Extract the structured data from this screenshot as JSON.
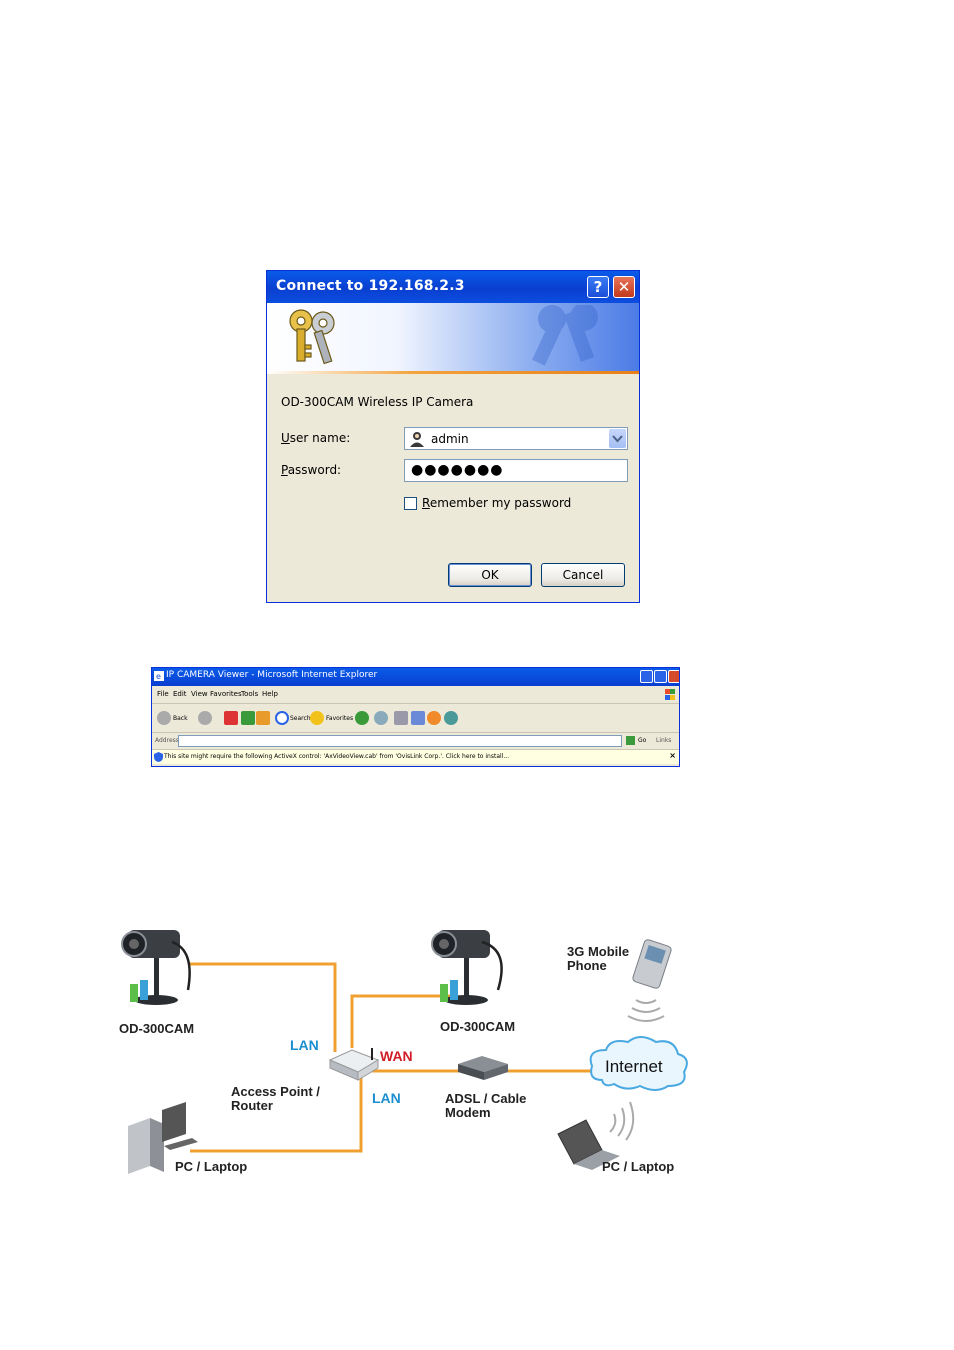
{
  "login_dialog": {
    "title": "Connect to 192.168.2.3",
    "help_button": "?",
    "close_button": "✕",
    "caption": "OD-300CAM Wireless IP Camera",
    "username_label_u": "U",
    "username_label_rest": "ser name:",
    "username_value": "admin",
    "password_label_u": "P",
    "password_label_rest": "assword:",
    "password_value": "●●●●●●●",
    "remember_u": "R",
    "remember_rest": "emember my password",
    "ok_label": "OK",
    "cancel_label": "Cancel"
  },
  "ie_window": {
    "title": "IP CAMERA Viewer - Microsoft Internet Explorer",
    "menu": [
      "File",
      "Edit",
      "View",
      "Favorites",
      "Tools",
      "Help"
    ],
    "back_label": "Back",
    "search_label": "Search",
    "favorites_label": "Favorites",
    "address_label": "Address",
    "go_label": "Go",
    "links_label": "Links",
    "info_bar": "This site might require the following ActiveX control: 'AxVideoView.cab' from 'OvisLink Corp.'. Click here to install..."
  },
  "diagram": {
    "camera1": "OD-300CAM",
    "camera2": "OD-300CAM",
    "mobile": "3G Mobile Phone",
    "mobile_line1": "3G Mobile",
    "mobile_line2": "Phone",
    "lan_top": "LAN",
    "lan_bottom": "LAN",
    "wan": "WAN",
    "router_line1": "Access Point /",
    "router_line2": "Router",
    "modem_line1": "ADSL / Cable",
    "modem_line2": "Modem",
    "internet": "Internet",
    "pc_left": "PC / Laptop",
    "pc_right": "PC / Laptop",
    "link_color": "#f0a030",
    "lan_color": "#1d8fd0",
    "wan_color": "#d11d26"
  }
}
